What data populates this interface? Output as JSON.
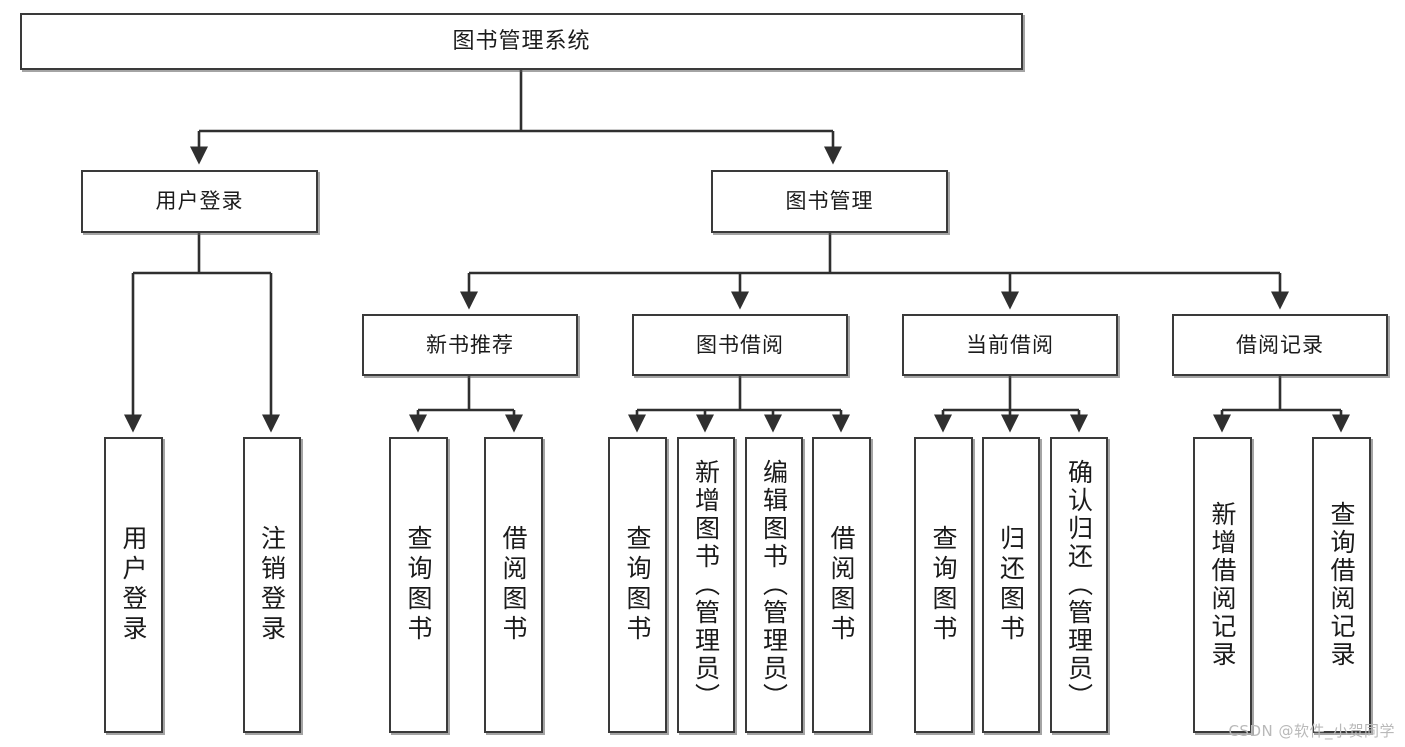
{
  "diagram": {
    "title": "图书管理系统",
    "type": "tree",
    "colors": {
      "box_border": "#3a3a3a",
      "box_fill": "#ffffff",
      "connector": "#2f2f2f",
      "text": "#1b1b1b",
      "watermark": "#b9b9b9"
    },
    "root": {
      "id": "root",
      "label": "图书管理系统",
      "orientation": "horizontal"
    },
    "level2": [
      {
        "id": "user-login",
        "label": "用户登录",
        "orientation": "horizontal"
      },
      {
        "id": "book-manage",
        "label": "图书管理",
        "orientation": "horizontal"
      }
    ],
    "level3": [
      {
        "id": "new-book-recommend",
        "label": "新书推荐",
        "orientation": "horizontal",
        "parent": "book-manage"
      },
      {
        "id": "book-borrow",
        "label": "图书借阅",
        "orientation": "horizontal",
        "parent": "book-manage"
      },
      {
        "id": "current-borrow",
        "label": "当前借阅",
        "orientation": "horizontal",
        "parent": "book-manage"
      },
      {
        "id": "borrow-record",
        "label": "借阅记录",
        "orientation": "horizontal",
        "parent": "book-manage"
      }
    ],
    "leaves": [
      {
        "id": "leaf-user-login",
        "label": "用户登录",
        "parent": "user-login"
      },
      {
        "id": "leaf-user-logout",
        "label": "注销登录",
        "parent": "user-login"
      },
      {
        "id": "leaf-query-book-1",
        "label": "查询图书",
        "parent": "new-book-recommend"
      },
      {
        "id": "leaf-borrow-book-1",
        "label": "借阅图书",
        "parent": "new-book-recommend"
      },
      {
        "id": "leaf-query-book-2",
        "label": "查询图书",
        "parent": "book-borrow"
      },
      {
        "id": "leaf-add-book",
        "label": "新增图书（管理员）",
        "parent": "book-borrow"
      },
      {
        "id": "leaf-edit-book",
        "label": "编辑图书（管理员）",
        "parent": "book-borrow"
      },
      {
        "id": "leaf-borrow-book-2",
        "label": "借阅图书",
        "parent": "book-borrow"
      },
      {
        "id": "leaf-query-book-3",
        "label": "查询图书",
        "parent": "current-borrow"
      },
      {
        "id": "leaf-return-book",
        "label": "归还图书",
        "parent": "current-borrow"
      },
      {
        "id": "leaf-confirm-return",
        "label": "确认归还（管理员）",
        "parent": "current-borrow"
      },
      {
        "id": "leaf-add-borrow-record",
        "label": "新增借阅记录",
        "parent": "borrow-record"
      },
      {
        "id": "leaf-query-borrow-record",
        "label": "查询借阅记录",
        "parent": "borrow-record"
      }
    ]
  },
  "watermark": {
    "text": "CSDN @软件_小贺同学"
  }
}
